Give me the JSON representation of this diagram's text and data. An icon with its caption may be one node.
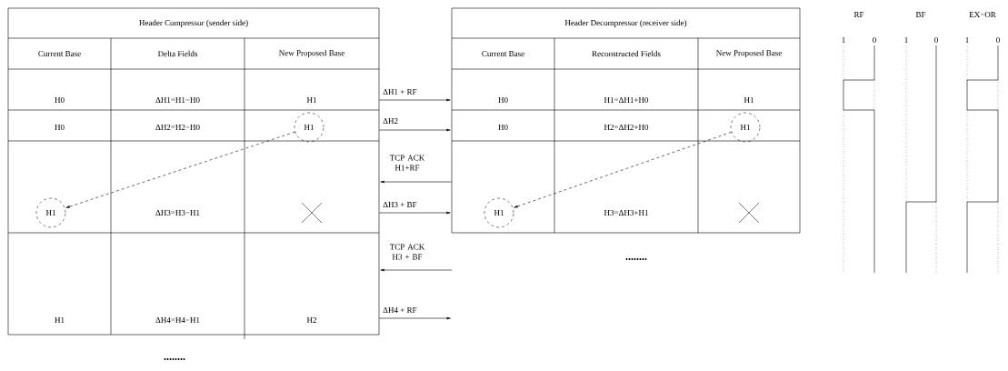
{
  "diagram": {
    "nodes": [
      {
        "text": [
          "Header Compressor (sender side)"
        ]
      },
      {
        "text": [
          "Current Base"
        ],
        "in": 0
      },
      {
        "text": [
          "Delta Fields"
        ],
        "in": 0
      },
      {
        "text": [
          "New Proposed Base"
        ],
        "in": 0
      },
      {
        "text": [
          "H0"
        ],
        "in": 0
      },
      {
        "text": [
          "ΔH1=H1−H0"
        ],
        "in": 0
      },
      {
        "text": [
          "H1"
        ],
        "in": 0
      },
      {
        "text": [
          "H0"
        ],
        "in": 0
      },
      {
        "text": [
          "ΔH2=H2−H0"
        ],
        "in": 0
      },
      {
        "text": [
          "H1"
        ],
        "in": 0
      },
      {
        "text": [
          "H1"
        ],
        "in": 0
      },
      {
        "text": [
          "ΔH3=H3−H1"
        ],
        "in": 0
      },
      {
        "text": [
          "H1"
        ],
        "in": 0
      },
      {
        "text": [
          "ΔH4=H4−H1"
        ],
        "in": 0
      },
      {
        "text": [
          "H2"
        ],
        "in": 0
      },
      {
        "text": [
          "Header Decompressor (receiver side)"
        ]
      },
      {
        "text": [
          "Current Base"
        ],
        "in": 15
      },
      {
        "text": [
          "Reconstructed Fields"
        ],
        "in": 15
      },
      {
        "text": [
          "New Proposed Base"
        ],
        "in": 15
      },
      {
        "text": [
          "H0"
        ],
        "in": 15
      },
      {
        "text": [
          "H1=ΔH1+H0"
        ],
        "in": 15
      },
      {
        "text": [
          "H1"
        ],
        "in": 15
      },
      {
        "text": [
          "H0"
        ],
        "in": 15
      },
      {
        "text": [
          "H2=ΔH2+H0"
        ],
        "in": 15
      },
      {
        "text": [
          "H1"
        ],
        "in": 15
      },
      {
        "text": [
          "H1"
        ],
        "in": 15
      },
      {
        "text": [
          "H3=ΔH3+H1"
        ],
        "in": 15
      }
    ],
    "edges": [
      {
        "from": 0,
        "to": 15,
        "arrow": "to",
        "label": "ΔH1 + RF"
      },
      {
        "from": 0,
        "to": 15,
        "arrow": "to",
        "label": "ΔH2"
      },
      {
        "from": 15,
        "to": 0,
        "arrow": "to",
        "label": "TCP ACK H1+RF"
      },
      {
        "from": 0,
        "to": 15,
        "arrow": "to",
        "label": "ΔH3 + BF"
      },
      {
        "from": null,
        "to": 0,
        "arrow": "to",
        "label": "TCP ACK H3 + BF"
      },
      {
        "from": 0,
        "to": null,
        "arrow": "to",
        "label": "ΔH4 + RF"
      },
      {
        "from": 9,
        "to": 10,
        "arrow": "to",
        "style": "dashed"
      },
      {
        "from": 24,
        "to": 25,
        "arrow": "to",
        "style": "dashed"
      }
    ],
    "labels": [
      "RF",
      "BF",
      "EX−OR",
      "1",
      "0",
      "1",
      "0",
      "1",
      "0",
      "........",
      "........"
    ]
  }
}
